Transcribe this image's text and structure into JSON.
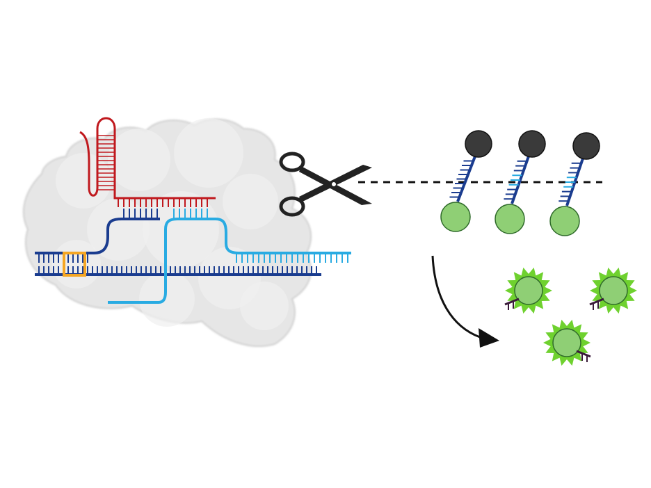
{
  "diagram": {
    "description_shown_text": "",
    "colors": {
      "background": "#ffffff",
      "protein": "#e6e6e6",
      "protein_edge": "#cfcfcf",
      "crrna": "#c0191e",
      "target_strand": "#1a3c8f",
      "nontarget_strand": "#29abe2",
      "pam": "#f5a623",
      "quencher": "#3a3a3a",
      "fluorophore": "#8fcf75",
      "fluorophore_edge": "#2f6b2a",
      "glow": "#6fd12f",
      "scissors": "#222222",
      "dashed_line": "#111111",
      "arrow": "#111111",
      "cleaved_stub": "#3a1a3a"
    },
    "icons": [
      "scissors-icon",
      "cas-protein",
      "reporter-probe",
      "fluorescent-signal",
      "curved-arrow"
    ],
    "reporters_intact": 3,
    "reporters_cleaved": 3
  }
}
